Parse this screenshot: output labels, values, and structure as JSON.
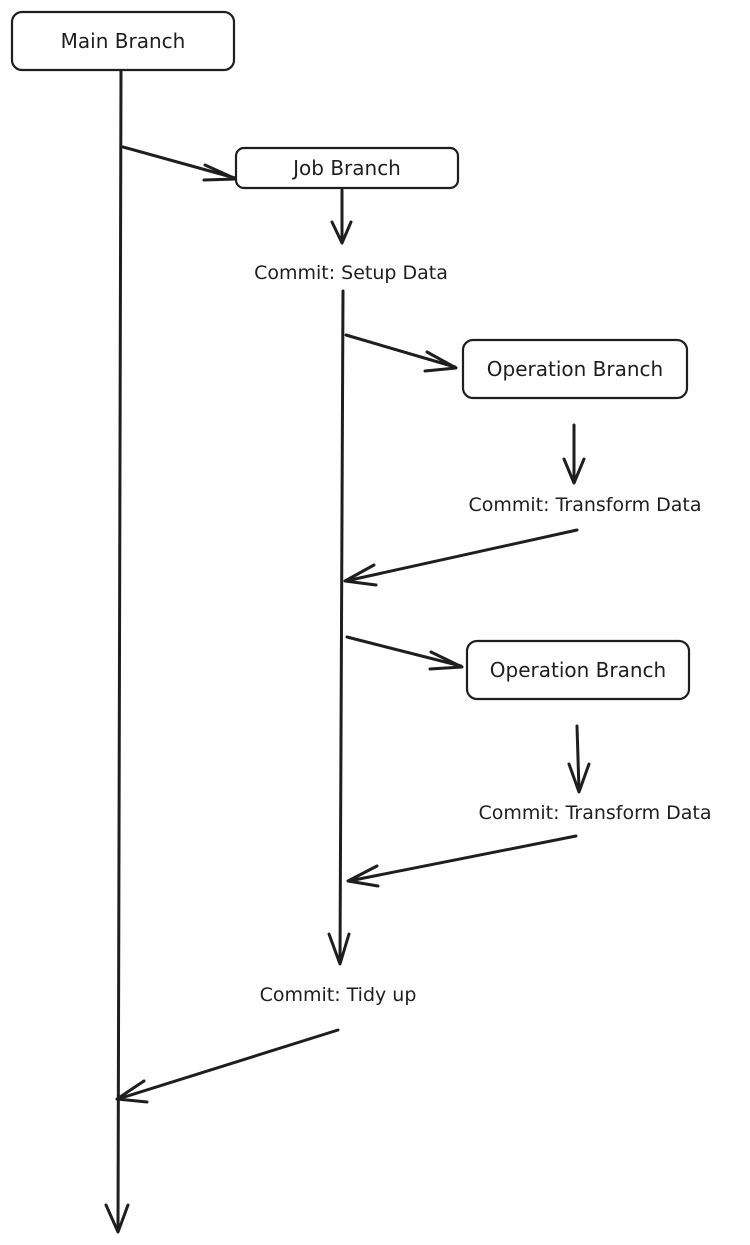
{
  "nodes": {
    "main_branch": "Main Branch",
    "job_branch": "Job Branch",
    "operation_branch_1": "Operation Branch",
    "operation_branch_2": "Operation Branch"
  },
  "commits": {
    "setup_data": "Commit: Setup Data",
    "transform_data_1": "Commit: Transform  Data",
    "transform_data_2": "Commit: Transform  Data",
    "tidy_up": "Commit: Tidy up"
  }
}
